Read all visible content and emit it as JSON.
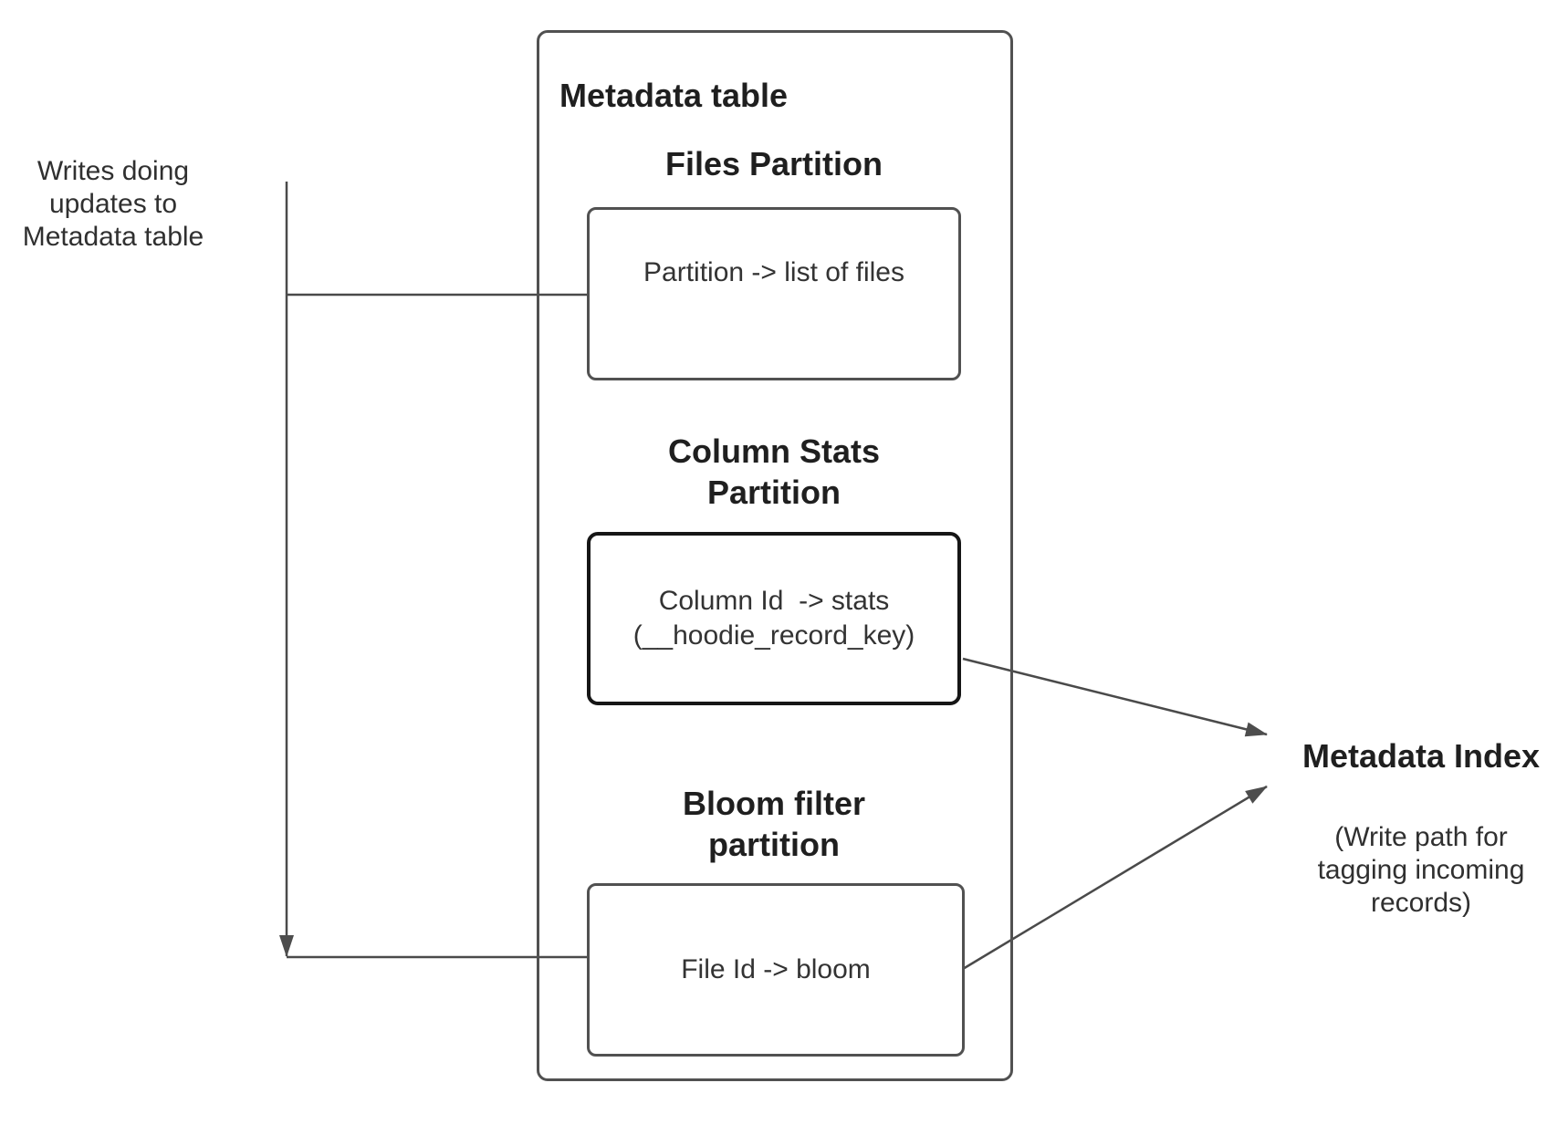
{
  "diagram": {
    "left_note": "Writes doing\nupdates to\nMetadata table",
    "metadata_table": {
      "title": "Metadata table",
      "partitions": [
        {
          "heading": "Files Partition",
          "box_label": "Partition -> list of files"
        },
        {
          "heading": "Column Stats\nPartition",
          "box_label": "Column Id  -> stats\n(__hoodie_record_key)"
        },
        {
          "heading": "Bloom filter\npartition",
          "box_label": "File Id -> bloom"
        }
      ]
    },
    "metadata_index": {
      "title": "Metadata Index",
      "subtitle": "(Write path for\ntagging incoming\nrecords)"
    },
    "colors": {
      "background": "#ffffff",
      "stroke": "#4a4a4a",
      "box_border": "#515151",
      "emphasis_border": "#161616",
      "heading_text": "#1f1f1f",
      "body_text": "#333333",
      "arrowhead": "#4d4d4d"
    }
  }
}
